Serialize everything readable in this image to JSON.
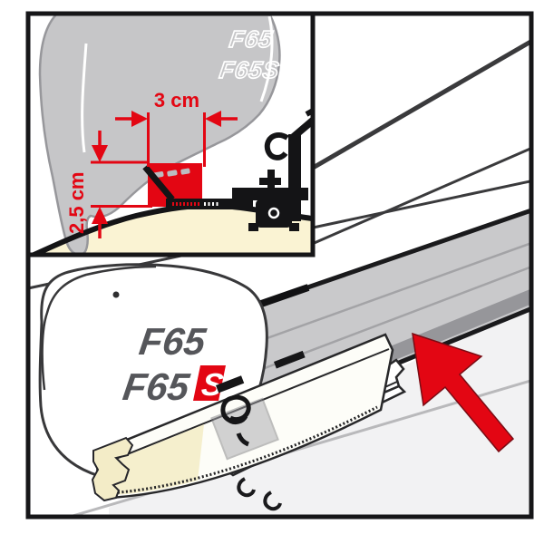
{
  "figure": {
    "description": "Awning rail adapter installation diagram",
    "inset": {
      "model_line1": "F65",
      "model_line2": "F65S",
      "width_label": "3 cm",
      "height_label": "2,5 cm"
    },
    "main": {
      "model_line1": "F65",
      "model_line2_base": "F65",
      "model_line2_suffix": "S"
    }
  },
  "colors": {
    "red": "#e30613",
    "dark": "#2e2e30",
    "case_gray": "#c6c6c8",
    "case_gray_outline": "#97979b",
    "rail_gray": "#c9c9cb",
    "rail_stripe": "#96969a",
    "rail_line": "#a3a3a6",
    "cream": "#faf3d3",
    "profile_cream": "#f3ecc7",
    "light_wall": "#f2f2f3",
    "text_gray": "#55565a"
  }
}
